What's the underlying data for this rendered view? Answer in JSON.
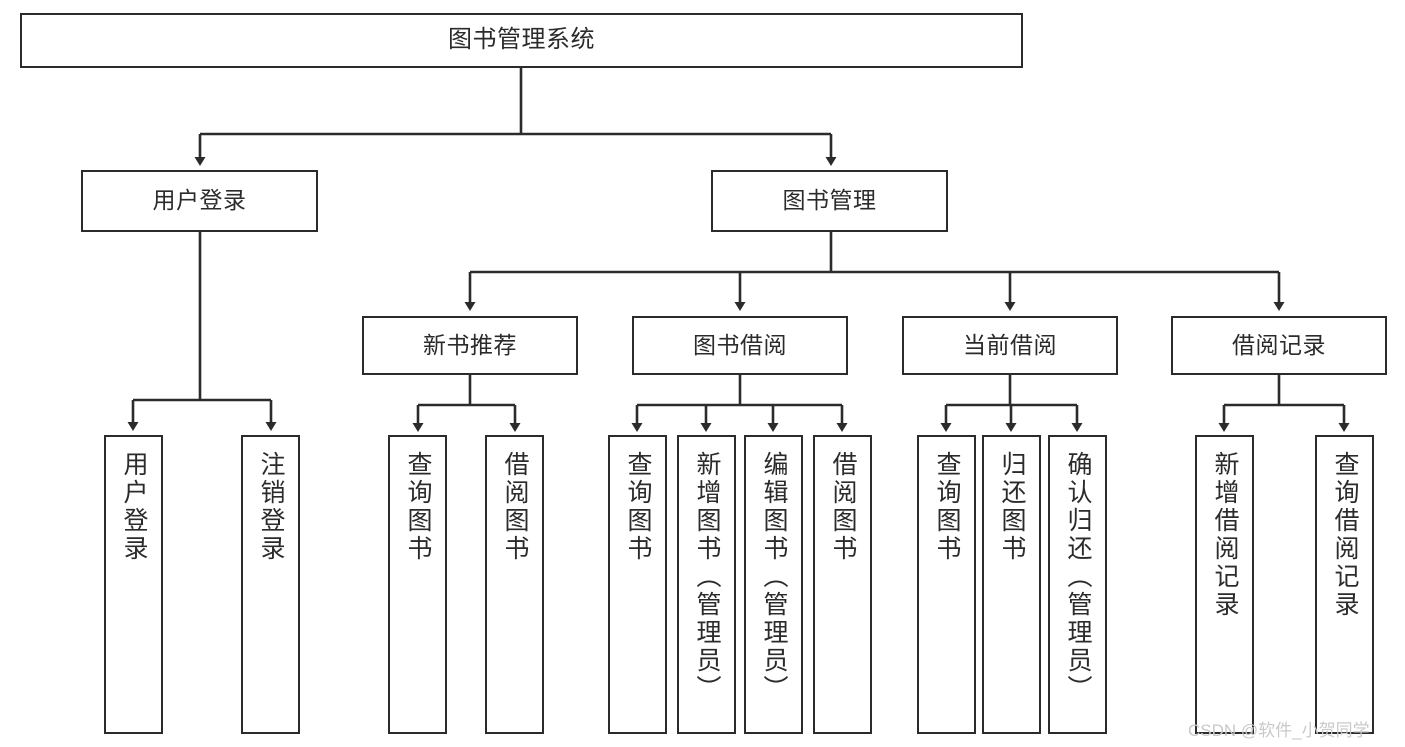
{
  "diagram": {
    "title": "图书管理系统",
    "type": "tree",
    "stroke_color": "#2b2b2b",
    "background_color": "#ffffff",
    "watermark": "CSDN @软件_小贺同学",
    "nodes": {
      "root": {
        "label": "图书管理系统"
      },
      "level2": [
        {
          "id": "user-login",
          "label": "用户登录"
        },
        {
          "id": "book-manage",
          "label": "图书管理"
        }
      ],
      "level3": [
        {
          "id": "new-book-rec",
          "label": "新书推荐"
        },
        {
          "id": "book-borrow",
          "label": "图书借阅"
        },
        {
          "id": "current-borrow",
          "label": "当前借阅"
        },
        {
          "id": "borrow-record",
          "label": "借阅记录"
        }
      ],
      "leaves": {
        "user_login": [
          {
            "id": "leaf-user-login",
            "label": "用户登录"
          },
          {
            "id": "leaf-logout",
            "label": "注销登录"
          }
        ],
        "new_book_rec": [
          {
            "id": "leaf-query-book-1",
            "label": "查询图书"
          },
          {
            "id": "leaf-borrow-book-1",
            "label": "借阅图书"
          }
        ],
        "book_borrow": [
          {
            "id": "leaf-query-book-2",
            "label": "查询图书"
          },
          {
            "id": "leaf-add-book",
            "label": "新增图书（管理员）"
          },
          {
            "id": "leaf-edit-book",
            "label": "编辑图书（管理员）"
          },
          {
            "id": "leaf-borrow-book-2",
            "label": "借阅图书"
          }
        ],
        "current_borrow": [
          {
            "id": "leaf-query-book-3",
            "label": "查询图书"
          },
          {
            "id": "leaf-return-book",
            "label": "归还图书"
          },
          {
            "id": "leaf-confirm-return",
            "label": "确认归还（管理员）"
          }
        ],
        "borrow_record": [
          {
            "id": "leaf-add-record",
            "label": "新增借阅记录"
          },
          {
            "id": "leaf-query-record",
            "label": "查询借阅记录"
          }
        ]
      }
    }
  }
}
